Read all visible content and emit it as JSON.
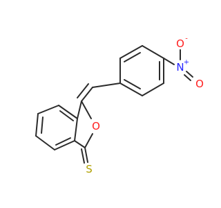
{
  "atoms": {
    "nitrogen": {
      "label": "N",
      "charge": "+",
      "color": "#2323ff"
    },
    "oxygen_nitro_top": {
      "label": "O",
      "charge": "-",
      "color": "#ff2020"
    },
    "oxygen_nitro_bottom": {
      "label": "O",
      "color": "#ff2020"
    },
    "oxygen_ring": {
      "label": "O",
      "color": "#ff2020"
    },
    "sulfur": {
      "label": "S",
      "color": "#b0a000"
    }
  },
  "colors": {
    "bond": "#2b2b2b",
    "background": "#ffffff"
  }
}
